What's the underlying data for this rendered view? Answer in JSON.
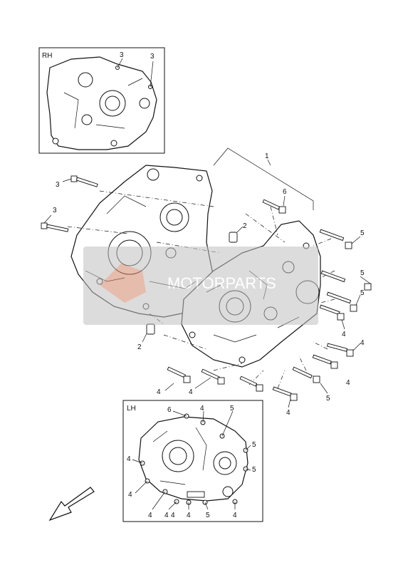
{
  "insets": {
    "rh": {
      "title": "RH",
      "callouts": [
        "3",
        "3"
      ]
    },
    "lh": {
      "title": "LH",
      "callouts": [
        "6",
        "4",
        "5",
        "4",
        "4",
        "5",
        "5",
        "4",
        "4",
        "4",
        "4",
        "5",
        "4"
      ]
    }
  },
  "main": {
    "callouts": {
      "crankcase": "1",
      "dowel_upper": "2",
      "dowel_lower": "2",
      "bolt_left_top": "3",
      "bolt_left_mid": "3",
      "bolt_top": "6",
      "bolt_r1": "5",
      "bolt_r2": "5",
      "bolt_r3": "5",
      "bolt_r4": "4",
      "bolt_r5": "4",
      "bolt_b1": "4",
      "bolt_b2": "4",
      "bolt_b3": "4",
      "bolt_b4": "5"
    }
  },
  "watermark": {
    "brand_text": "MOTORPARTS",
    "color": "#c0c0c0",
    "accent": "#e06030"
  },
  "icons": {
    "direction": "front-arrow-icon"
  }
}
